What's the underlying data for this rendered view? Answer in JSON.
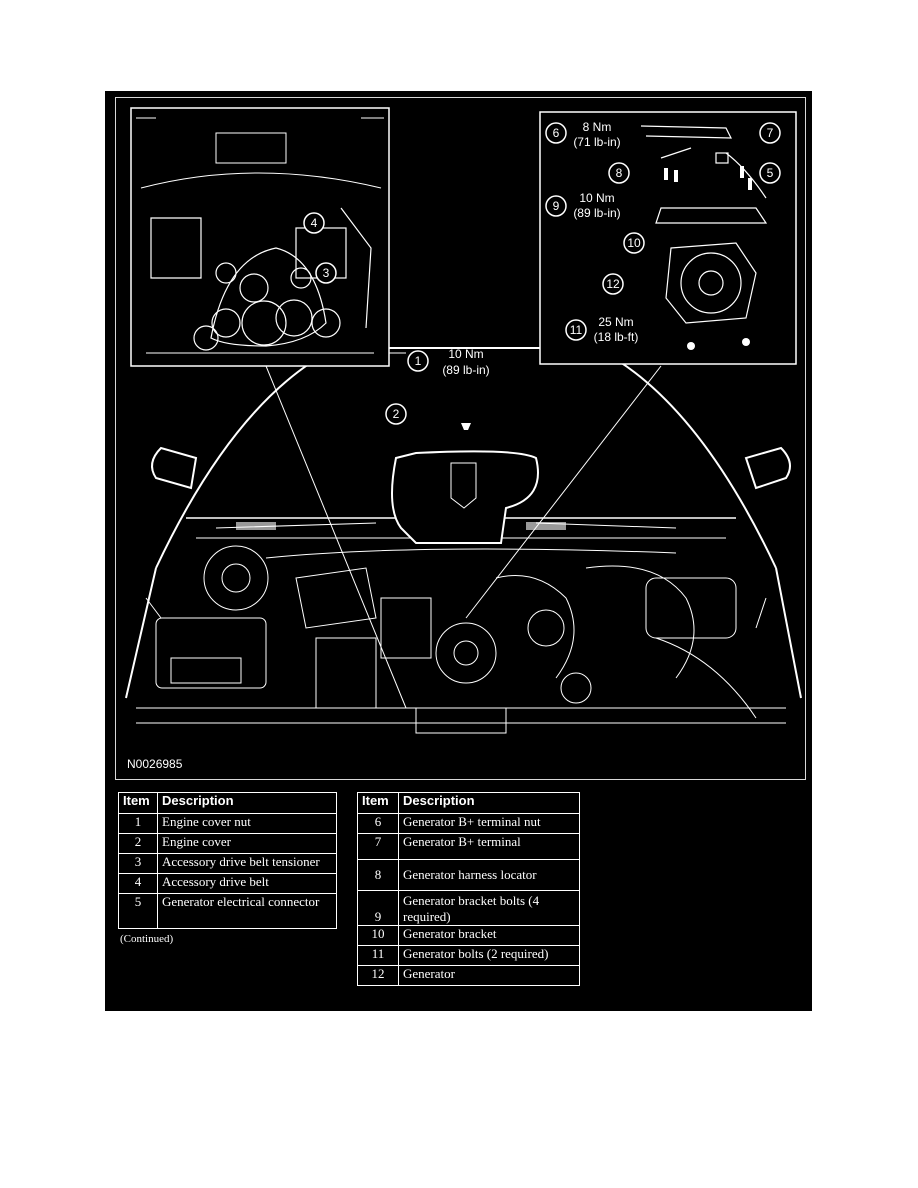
{
  "figure": {
    "code": "N0026985",
    "callouts": [
      {
        "num": "1",
        "torque": "10 Nm",
        "torque_alt": "(89 lb-in)"
      },
      {
        "num": "2"
      },
      {
        "num": "3"
      },
      {
        "num": "4"
      },
      {
        "num": "5"
      },
      {
        "num": "6",
        "torque": "8 Nm",
        "torque_alt": "(71 lb-in)"
      },
      {
        "num": "7"
      },
      {
        "num": "8"
      },
      {
        "num": "9",
        "torque": "10 Nm",
        "torque_alt": "(89 lb-in)"
      },
      {
        "num": "10"
      },
      {
        "num": "11",
        "torque": "25 Nm",
        "torque_alt": "(18 lb-ft)"
      },
      {
        "num": "12"
      }
    ]
  },
  "table_left": {
    "headers": [
      "Item",
      "Description"
    ],
    "rows": [
      {
        "item": "1",
        "description": "Engine cover nut"
      },
      {
        "item": "2",
        "description": "Engine cover"
      },
      {
        "item": "3",
        "description": "Accessory drive belt tensioner"
      },
      {
        "item": "4",
        "description": "Accessory drive belt"
      },
      {
        "item": "5",
        "description": "Generator electrical connector"
      }
    ],
    "note": "(Continued)"
  },
  "table_right": {
    "headers": [
      "Item",
      "Description"
    ],
    "rows": [
      {
        "item": "6",
        "description": "Generator B+ terminal nut"
      },
      {
        "item": "7",
        "description": "Generator B+ terminal"
      },
      {
        "item": "8",
        "description": "Generator harness locator"
      },
      {
        "item": "9",
        "description": "Generator bracket bolts (4 required)"
      },
      {
        "item": "10",
        "description": "Generator bracket"
      },
      {
        "item": "11",
        "description": "Generator bolts (2 required)"
      },
      {
        "item": "12",
        "description": "Generator"
      }
    ]
  }
}
